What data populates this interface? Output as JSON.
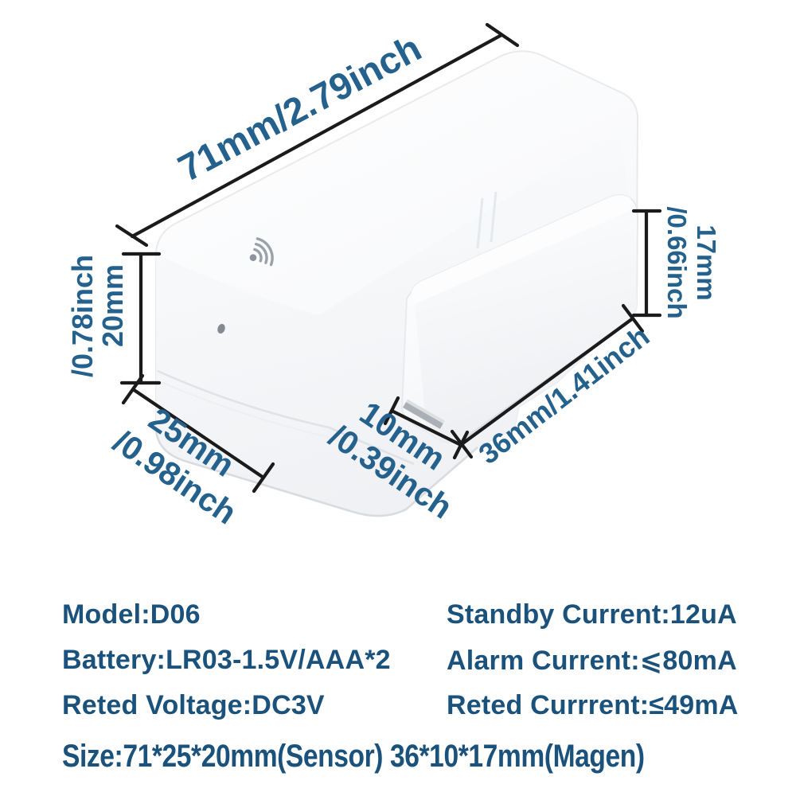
{
  "device": {
    "name": "door-window-sensor",
    "wifi_icon": "wifi-signal",
    "led_hole": "led-indicator-hole"
  },
  "dimensions": {
    "sensor_length": "71mm/2.79inch",
    "sensor_height_l1": "20mm",
    "sensor_height_l2": "/0.78inch",
    "sensor_depth_l1": "25mm",
    "sensor_depth_l2": "/0.98inch",
    "magnet_depth_l1": "10mm",
    "magnet_depth_l2": "/0.39inch",
    "magnet_length": "36mm/1.41inch",
    "magnet_height_l1": "17mm",
    "magnet_height_l2": "/0.66inch"
  },
  "specs": {
    "left": [
      "Model:D06",
      "Battery:LR03-1.5V/AAA*2",
      "Reted Voltage:DC3V"
    ],
    "right": [
      "Standby Current:12uA",
      "Alarm Current:⩽80mA",
      "Reted Currrent:≤49mA"
    ],
    "size_line": "Size:71*25*20mm(Sensor) 36*10*17mm(Magen)"
  },
  "colors": {
    "label_blue": "#24618c",
    "spec_blue": "#1b527c",
    "dim_line": "#1b1b1b"
  }
}
